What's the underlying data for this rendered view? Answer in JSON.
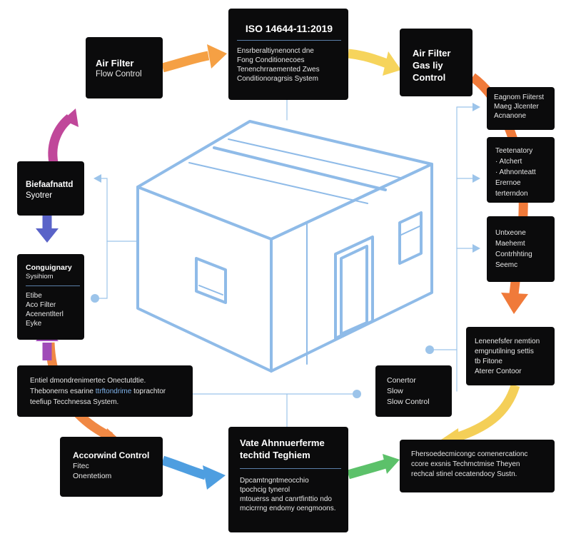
{
  "colors": {
    "house": "#8fbbe8",
    "connector": "#9cc4ea",
    "arrow_orange": "#f5a044",
    "arrow_yellow": "#f6d45c",
    "arrow_red": "#f07a3a",
    "arrow_gold": "#f4cf58",
    "arrow_green": "#5cc16a",
    "arrow_blue": "#4e9ee0",
    "arrow_coral": "#f08844",
    "arrow_magenta": "#c0479a",
    "arrow_indigo": "#5a63c8",
    "arrow_purple": "#a04cb8"
  },
  "boxes": {
    "air_filter_flow": {
      "title": "Air Filter",
      "lines": [
        "Flow Control"
      ]
    },
    "iso": {
      "title": "ISO 14644-11:2019",
      "lines": [
        "Ensrberaltiynenonct dne",
        "Fong Conditionecoes",
        "Tenenchrraemented Zwes",
        "Conditionoragrsis System"
      ]
    },
    "air_filter_gas": {
      "title_lines": [
        "Air Filter",
        "Gas liy",
        "Control"
      ]
    },
    "right_1": {
      "lines": [
        "Eagnom Fiiterst",
        "Maeg Jlcenter",
        "Acnanone"
      ]
    },
    "right_2": {
      "lines": [
        "Teetenatory",
        "· Atchert",
        "· Athnonteatt",
        "Erernoe",
        "terterndon"
      ]
    },
    "right_3": {
      "lines": [
        "Untxeone",
        "Maehemt",
        "Contrhhting",
        "Seemc"
      ]
    },
    "right_4": {
      "lines": [
        "Lenenefsfer nemtion",
        "emgnutilning settis",
        "tb Fitone",
        "Aterer Contoor"
      ]
    },
    "slow_control": {
      "lines": [
        "Conertor",
        "Slow",
        "Slow Control"
      ]
    },
    "bottom_right": {
      "lines": [
        "Fhersoedecmicongc comenercationc",
        "ccore exsnis Techmctmise Theyen",
        "rechcal stinel cecatendocy Sustn."
      ]
    },
    "vate": {
      "title_lines": [
        "Vate Ahnnuerferme",
        "techtid Teghiem"
      ],
      "lines": [
        "Dpcamtngntmeocchio",
        "tpochcig tynerol",
        "mtouerss and canrtfinttio ndo",
        "mcicrrng endomy oengmoons."
      ]
    },
    "accord": {
      "title": "Accorwind Control",
      "lines": [
        "Fitec",
        "Onentetiom"
      ]
    },
    "entiel": {
      "lines": [
        "Entiel dmondrenimertec Onectutdtie.",
        "Thebonerns esarine",
        "teefiup Tecchnessa System."
      ],
      "mid_parts": [
        "ttrftondrime",
        " toprachtor"
      ]
    },
    "conguignary": {
      "title": "Conguignary",
      "lines": [
        "Sysihiom",
        "Etibe",
        "Aco Filter",
        "Acenentlterl",
        "Eyke"
      ]
    },
    "biefaa": {
      "title_lines": [
        "Biefaafnattd",
        "Syotrer"
      ]
    }
  }
}
